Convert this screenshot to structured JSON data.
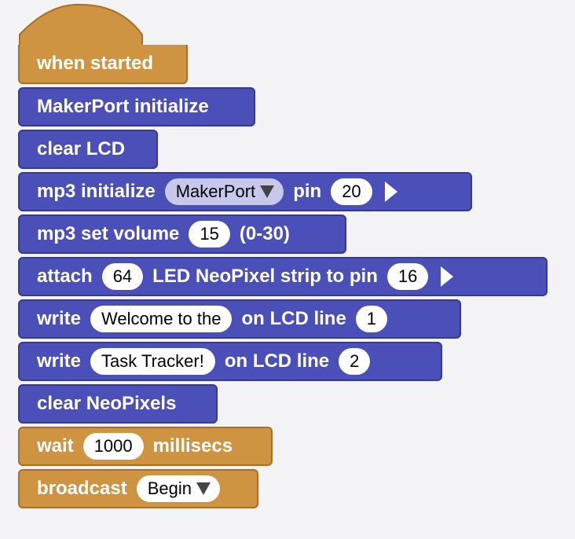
{
  "blocks": [
    {
      "kind": "ctrl",
      "hat": true,
      "parts": [
        {
          "t": "word",
          "v": "when started"
        }
      ]
    },
    {
      "kind": "sys",
      "parts": [
        {
          "t": "word",
          "v": "MakerPort initialize"
        }
      ]
    },
    {
      "kind": "sys",
      "parts": [
        {
          "t": "word",
          "v": "clear LCD"
        }
      ]
    },
    {
      "kind": "sys",
      "parts": [
        {
          "t": "word",
          "v": "mp3 initialize"
        },
        {
          "t": "dropdown",
          "v": "MakerPort",
          "style": "light"
        },
        {
          "t": "word",
          "v": "pin"
        },
        {
          "t": "pill",
          "v": "20"
        },
        {
          "t": "arrow"
        }
      ]
    },
    {
      "kind": "sys",
      "parts": [
        {
          "t": "word",
          "v": "mp3 set volume"
        },
        {
          "t": "pill",
          "v": "15"
        },
        {
          "t": "word",
          "v": "(0-30)"
        }
      ]
    },
    {
      "kind": "sys",
      "parts": [
        {
          "t": "word",
          "v": "attach"
        },
        {
          "t": "pill",
          "v": "64"
        },
        {
          "t": "word",
          "v": "LED NeoPixel strip to pin"
        },
        {
          "t": "pill",
          "v": "16"
        },
        {
          "t": "arrow"
        }
      ]
    },
    {
      "kind": "sys",
      "parts": [
        {
          "t": "word",
          "v": "write"
        },
        {
          "t": "pill",
          "v": "Welcome to the"
        },
        {
          "t": "word",
          "v": "on LCD line"
        },
        {
          "t": "pill",
          "v": "1"
        }
      ]
    },
    {
      "kind": "sys",
      "parts": [
        {
          "t": "word",
          "v": "write"
        },
        {
          "t": "pill",
          "v": "Task Tracker!"
        },
        {
          "t": "word",
          "v": "on LCD line"
        },
        {
          "t": "pill",
          "v": "2"
        }
      ]
    },
    {
      "kind": "sys",
      "parts": [
        {
          "t": "word",
          "v": "clear NeoPixels"
        }
      ]
    },
    {
      "kind": "ctrl",
      "parts": [
        {
          "t": "word",
          "v": "wait"
        },
        {
          "t": "pill",
          "v": "1000"
        },
        {
          "t": "word",
          "v": "millisecs"
        }
      ]
    },
    {
      "kind": "ctrl",
      "parts": [
        {
          "t": "word",
          "v": "broadcast"
        },
        {
          "t": "dropdown",
          "v": "Begin",
          "style": "white"
        }
      ]
    }
  ],
  "colors": {
    "control": "#cf9442",
    "system": "#4b4fb8",
    "background": "#f3f3f6"
  }
}
